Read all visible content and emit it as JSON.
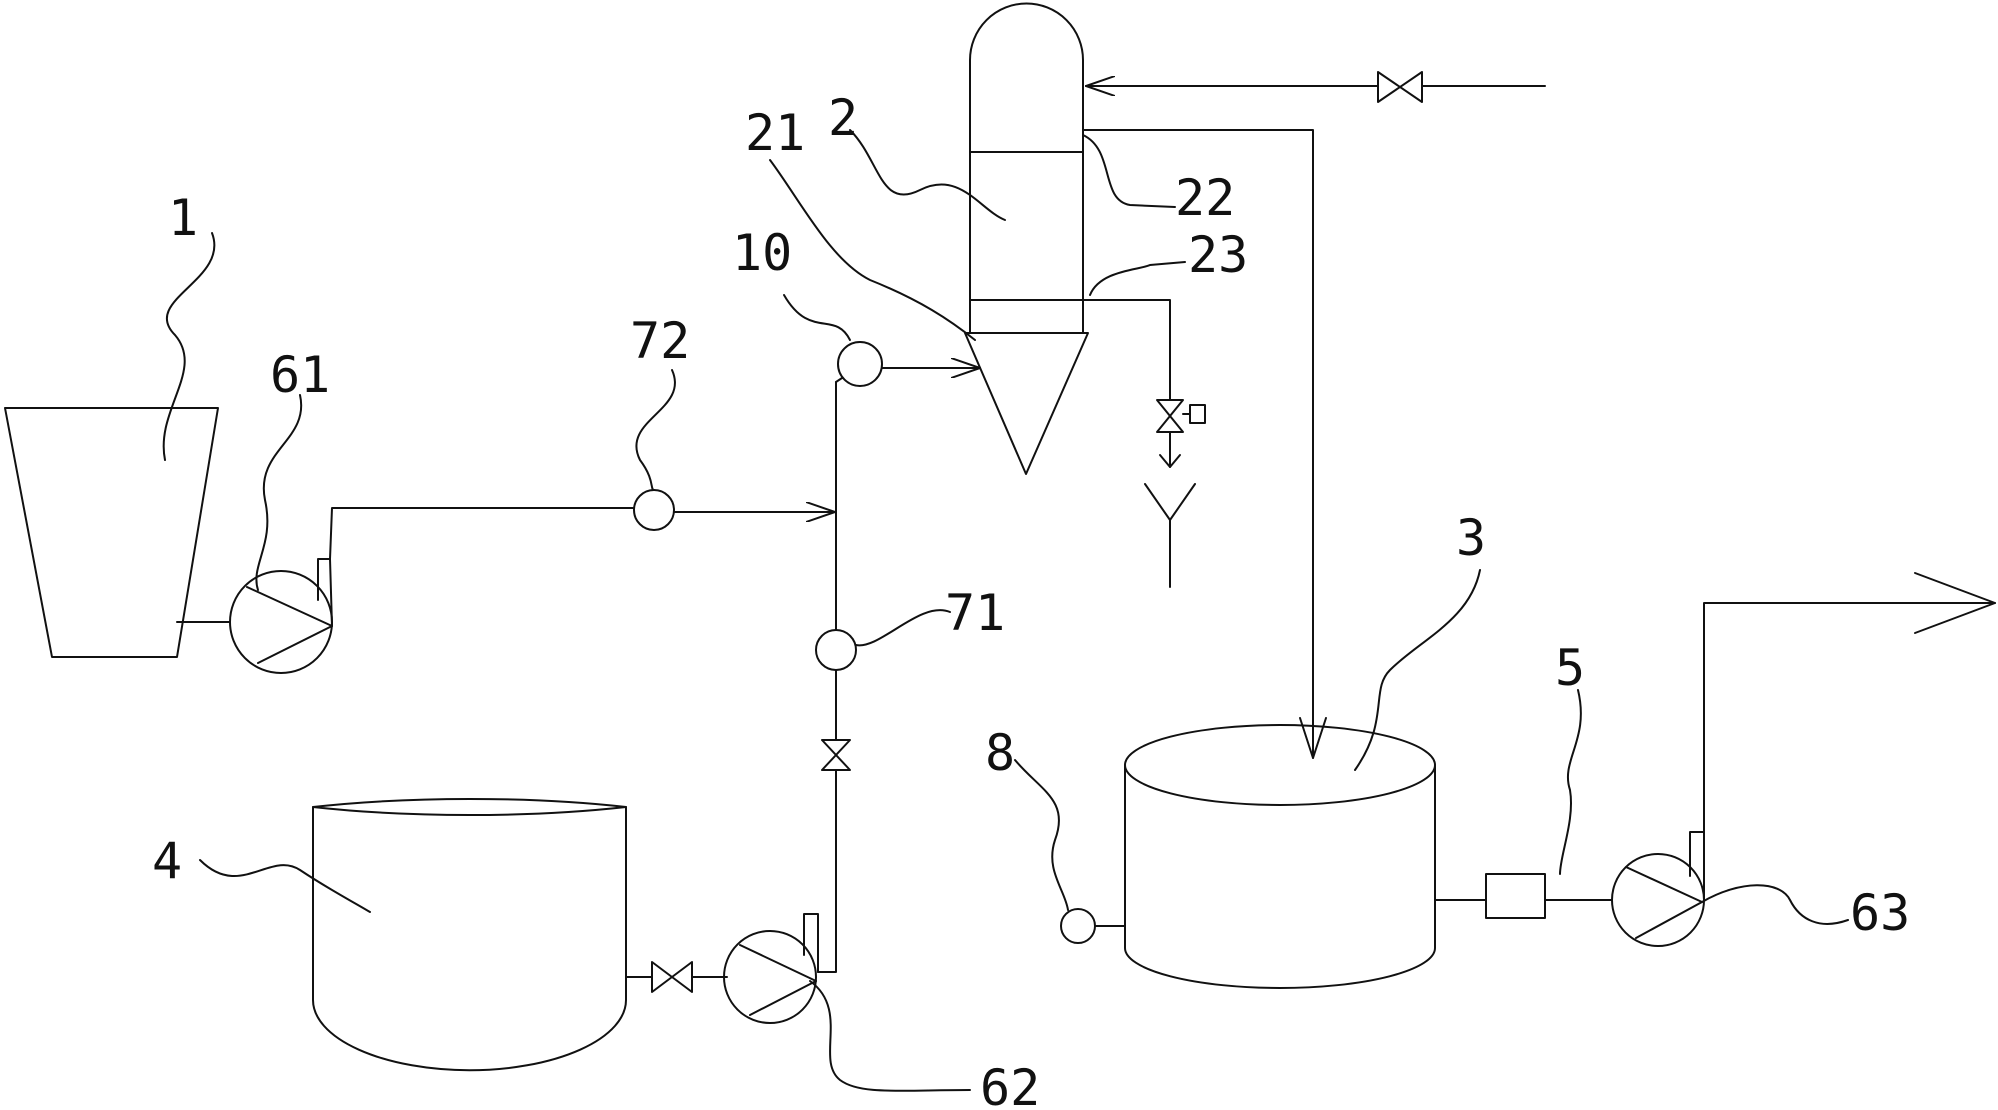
{
  "labels": {
    "tank_1": "1",
    "column_2": "2",
    "tank_3": "3",
    "tank_4": "4",
    "device_5": "5",
    "pump_61": "61",
    "pump_62": "62",
    "pump_63": "63",
    "meter_71": "71",
    "meter_72": "72",
    "meter_8": "8",
    "meter_10": "10",
    "cone_21": "21",
    "outlet_22": "22",
    "outlet_23": "23"
  }
}
